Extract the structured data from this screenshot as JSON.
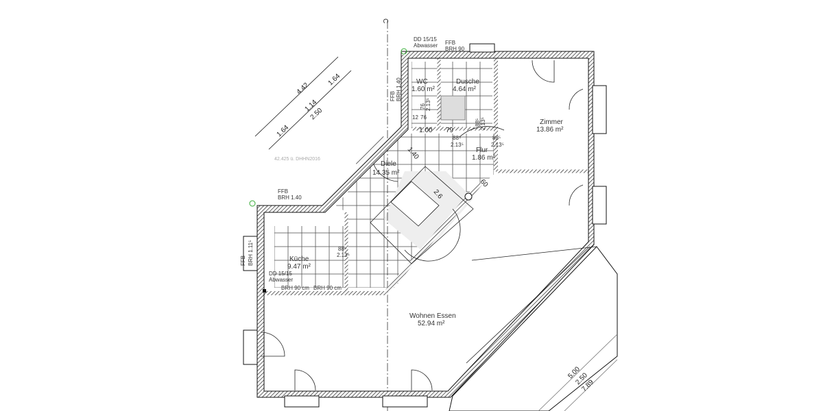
{
  "section_marker": "C",
  "rooms": {
    "wc": {
      "name": "WC",
      "area": "1.60 m²"
    },
    "dusche": {
      "name": "Dusche",
      "area": "4.64 m²"
    },
    "zimmer": {
      "name": "Zimmer",
      "area": "13.86 m²"
    },
    "flur": {
      "name": "Flur",
      "area": "1.86 m²"
    },
    "diele": {
      "name": "Diele",
      "area": "14.35 m²"
    },
    "kueche": {
      "name": "Küche",
      "area": "9.47 m²"
    },
    "wohnen": {
      "name": "Wohnen Essen",
      "area": "52.94 m²"
    }
  },
  "annotations": {
    "dd_top_1": "DD 15/15",
    "dd_top_2": "Abwasser",
    "ffb_top": "FFB",
    "brh_top": "BRH 90",
    "ffb_left_wc": "FFB",
    "brh_left_wc": "BRH 1.40",
    "ffb_kitchen_top": "FFB",
    "brh_kitchen_top": "BRH 1.40",
    "ffb_kitchen_left": "FFB",
    "brh_kitchen_left": "BRH 1.11⁵",
    "dd_kitchen_1": "DD 15/15",
    "dd_kitchen_2": "Abwasser",
    "brh_kitchen_bottom_1": "BRH 90 cm",
    "brh_kitchen_bottom_2": "BRH 90 cm",
    "height_ref": "42.425 ü. DHHN2016"
  },
  "dimensions": {
    "diag_total": "4.42",
    "diag_a": "1.64",
    "diag_b": "1.14",
    "diag_c": "1.64",
    "diag_d": "2.50",
    "wc_w": "1.00",
    "dusche_w": "79",
    "wc_12": "12",
    "wc_76": "76",
    "wc_door_h": "2.13⁵",
    "wc_door_w": "76",
    "door1_w": "88⁵",
    "door1_h": "2.13⁵",
    "door2_w": "88⁵",
    "door2_h": "2.13⁵",
    "dusche_door_w": "88⁵",
    "dusche_door_h": "2.13⁵",
    "kitchen_door_w": "88⁵",
    "kitchen_door_h": "2.13⁵",
    "diele_w": "1.40",
    "stair": "2.6",
    "shaft": "60",
    "bottom_1": "5.00",
    "bottom_2": "2.50",
    "bottom_3": "7.89"
  }
}
